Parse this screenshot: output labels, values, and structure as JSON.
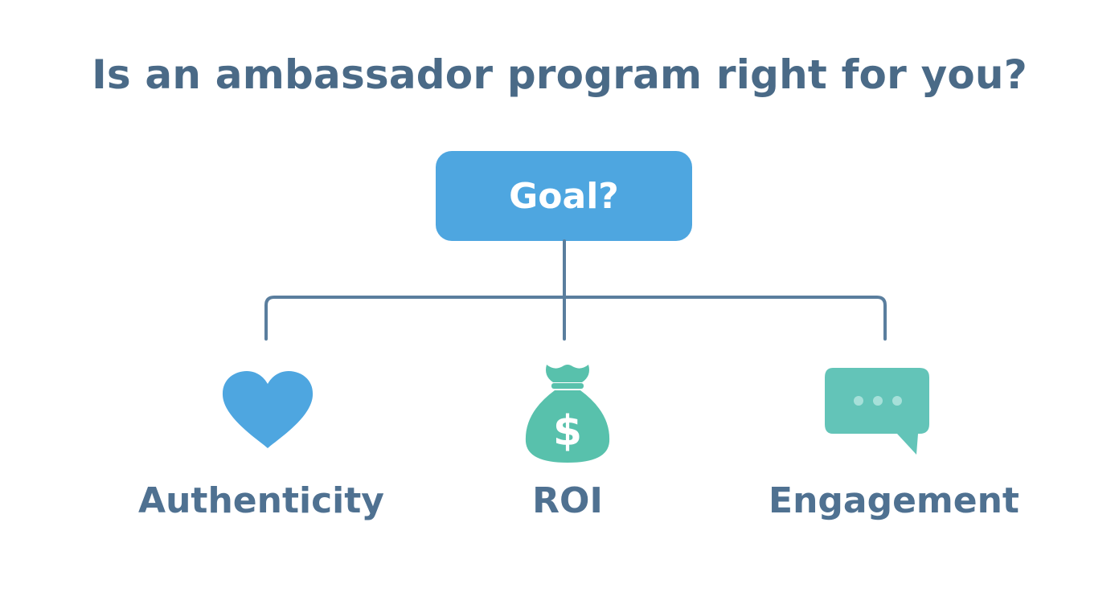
{
  "title": "Is an ambassador program right for you?",
  "goal": {
    "label": "Goal?"
  },
  "options": [
    {
      "label": "Authenticity",
      "icon": "heart-icon"
    },
    {
      "label": "ROI",
      "icon": "money-bag-icon"
    },
    {
      "label": "Engagement",
      "icon": "chat-bubble-icon"
    }
  ],
  "colors": {
    "title": "#4a6a87",
    "goal_box": "#4ea6e0",
    "connector": "#5a7e9e",
    "heart": "#4ea6e0",
    "money_bag": "#58c1ac",
    "chat_bubble": "#63c4b8",
    "label": "#4f7191"
  }
}
